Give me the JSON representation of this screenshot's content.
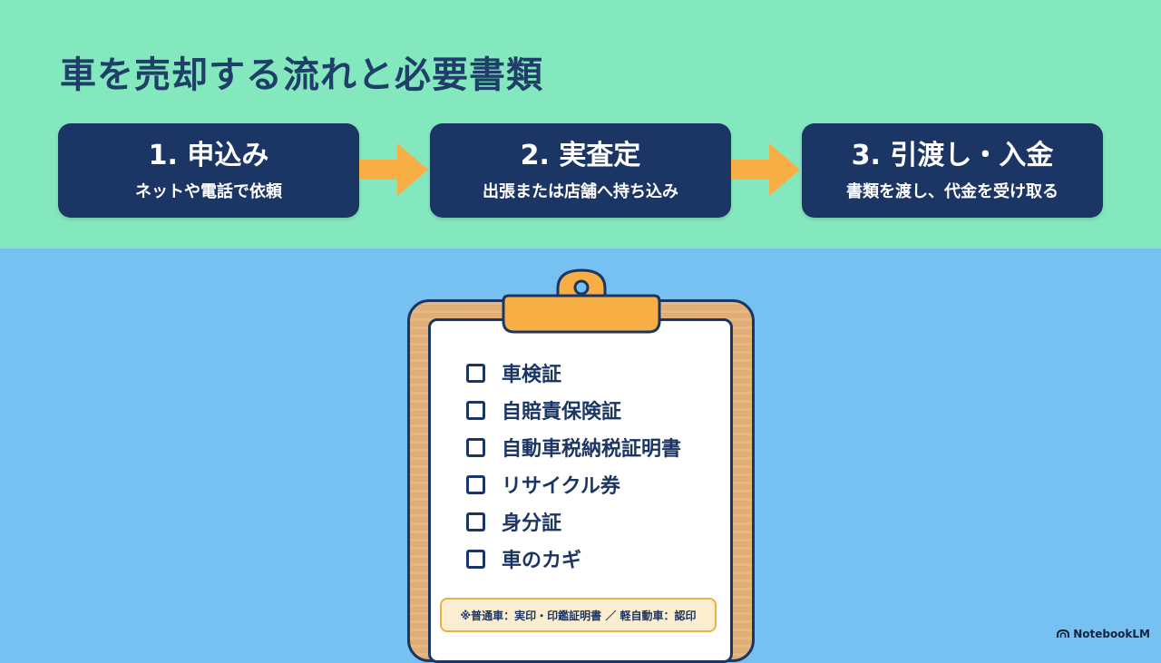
{
  "title": "車を売却する流れと必要書類",
  "steps": [
    {
      "title": "1. 申込み",
      "description": "ネットや電話で依頼"
    },
    {
      "title": "2. 実査定",
      "description": "出張または店舗へ持ち込み"
    },
    {
      "title": "3. 引渡し・入金",
      "description": "書類を渡し、代金を受け取る"
    }
  ],
  "checklist": [
    "車検証",
    "自賠責保険証",
    "自動車税納税証明書",
    "リサイクル券",
    "身分証",
    "車のカギ"
  ],
  "note": "※普通車：実印・印鑑証明書 ／ 軽自動車：認印",
  "brand": "NotebookLM",
  "colors": {
    "top_background": "#84e8bf",
    "bottom_background": "#76c1f1",
    "card": "#1b3564",
    "arrow": "#f6ae45",
    "clipboard": "#e4b27c",
    "note_border": "#eeb044"
  },
  "icons": {
    "arrow": "right-arrow-icon",
    "clip": "clipboard-clip-icon",
    "checkbox": "empty-checkbox-icon",
    "brand": "notebooklm-logo-icon"
  }
}
